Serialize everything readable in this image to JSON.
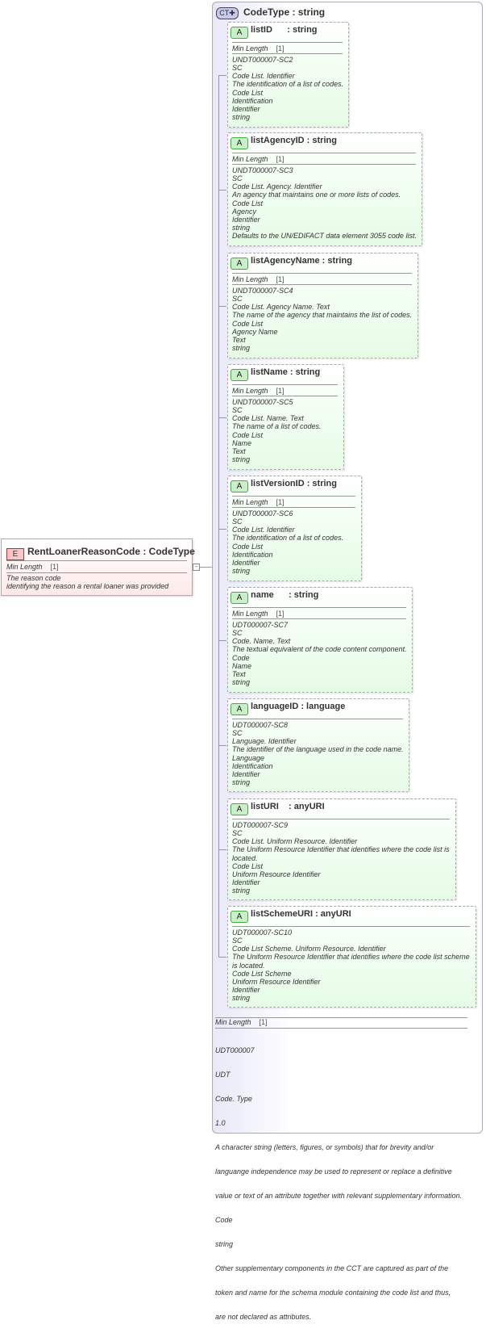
{
  "element": {
    "badge": "E",
    "title": "RentLoanerReasonCode : CodeType",
    "facet_label": "Min Length",
    "facet_value": "[1]",
    "doc": [
      "The reason code",
      "identifying the reason a rental loaner was provided"
    ]
  },
  "complex_type": {
    "badge": "CT",
    "title": "CodeType : string",
    "facet_label": "Min Length",
    "facet_value": "[1]",
    "doc": [
      "UDT000007",
      "UDT",
      "Code. Type",
      "1.0",
      "A character string (letters, figures, or symbols) that for brevity and/or",
      "languange independence may be used to represent or replace a definitive",
      "value or text of an attribute together with relevant supplementary information.",
      "Code",
      "string",
      "Other supplementary components in the CCT are captured as part of the",
      "token and name for the schema module containing the code list and thus,",
      "are not declared as attributes."
    ]
  },
  "attributes": [
    {
      "badge": "A",
      "title": "listID      : string",
      "facet_label": "Min Length",
      "facet_value": "[1]",
      "doc": [
        "UNDT000007-SC2",
        "SC",
        "Code List. Identifier",
        "The identification of a list of codes.",
        "Code List",
        "Identification",
        "Identifier",
        "string"
      ]
    },
    {
      "badge": "A",
      "title": "listAgencyID : string",
      "facet_label": "Min Length",
      "facet_value": "[1]",
      "doc": [
        "UNDT000007-SC3",
        "SC",
        "Code List. Agency. Identifier",
        "An agency that maintains one or more lists of codes.",
        "Code List",
        "Agency",
        "Identifier",
        "string",
        "Defaults to the UN/EDIFACT data element 3055 code list."
      ]
    },
    {
      "badge": "A",
      "title": "listAgencyName : string",
      "facet_label": "Min Length",
      "facet_value": "[1]",
      "doc": [
        "UNDT000007-SC4",
        "SC",
        "Code List. Agency Name. Text",
        "The name of the agency that maintains the list of codes.",
        "Code List",
        "Agency Name",
        "Text",
        "string"
      ]
    },
    {
      "badge": "A",
      "title": "listName : string",
      "facet_label": "Min Length",
      "facet_value": "[1]",
      "doc": [
        "UNDT000007-SC5",
        "SC",
        "Code List. Name. Text",
        "The name of a list of codes.",
        "Code List",
        "Name",
        "Text",
        "string"
      ]
    },
    {
      "badge": "A",
      "title": "listVersionID : string",
      "facet_label": "Min Length",
      "facet_value": "[1]",
      "doc": [
        "UNDT000007-SC6",
        "SC",
        "Code List. Identifier",
        "The identification of a list of codes.",
        "Code List",
        "Identification",
        "Identifier",
        "string"
      ]
    },
    {
      "badge": "A",
      "title": "name      : string",
      "facet_label": "Min Length",
      "facet_value": "[1]",
      "doc": [
        "UDT000007-SC7",
        "SC",
        "Code. Name. Text",
        "The textual equivalent of the code content component.",
        "Code",
        "Name",
        "Text",
        "string"
      ]
    },
    {
      "badge": "A",
      "title": "languageID : language",
      "facet_label": "",
      "facet_value": "",
      "doc": [
        "UDT000007-SC8",
        "SC",
        "Language. Identifier",
        "The identifier of the language used in the code name.",
        "Language",
        "Identification",
        "Identifier",
        "string"
      ]
    },
    {
      "badge": "A",
      "title": "listURI    : anyURI",
      "facet_label": "",
      "facet_value": "",
      "doc": [
        "UDT000007-SC9",
        "SC",
        "Code List. Uniform Resource. Identifier",
        "The Uniform Resource Identifier that identifies where the code list is",
        "located.",
        "Code List",
        "Uniform Resource Identifier",
        "Identifier",
        "string"
      ]
    },
    {
      "badge": "A",
      "title": "listSchemeURI : anyURI",
      "facet_label": "",
      "facet_value": "",
      "doc": [
        "UDT000007-SC10",
        "SC",
        "Code List Scheme. Uniform Resource. Identifier",
        "The Uniform Resource Identifier that identifies where the code list scheme",
        "is located.",
        "Code List Scheme",
        "Uniform Resource Identifier",
        "Identifier",
        "string"
      ]
    }
  ]
}
